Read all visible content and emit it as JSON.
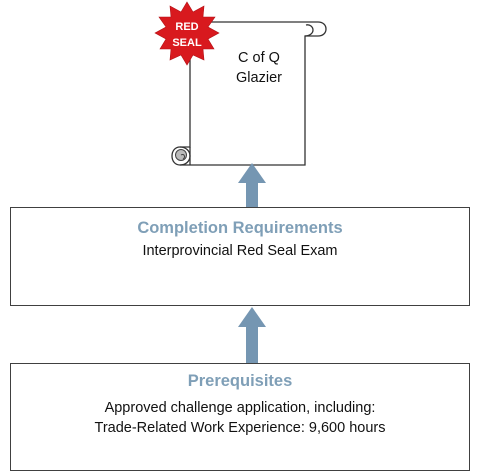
{
  "certificate": {
    "line1": "C of Q",
    "line2": "Glazier"
  },
  "seal": {
    "line1": "RED",
    "line2": "SEAL",
    "color": "#d8191e"
  },
  "completion": {
    "title": "Completion Requirements",
    "line1": "Interprovincial Red Seal Exam"
  },
  "prerequisites": {
    "title": "Prerequisites",
    "line1": "Approved challenge application, including:",
    "line2": "Trade-Related Work Experience: 9,600 hours"
  },
  "colors": {
    "arrow": "#7596b2",
    "title": "#7f9fb7",
    "border": "#404040"
  }
}
